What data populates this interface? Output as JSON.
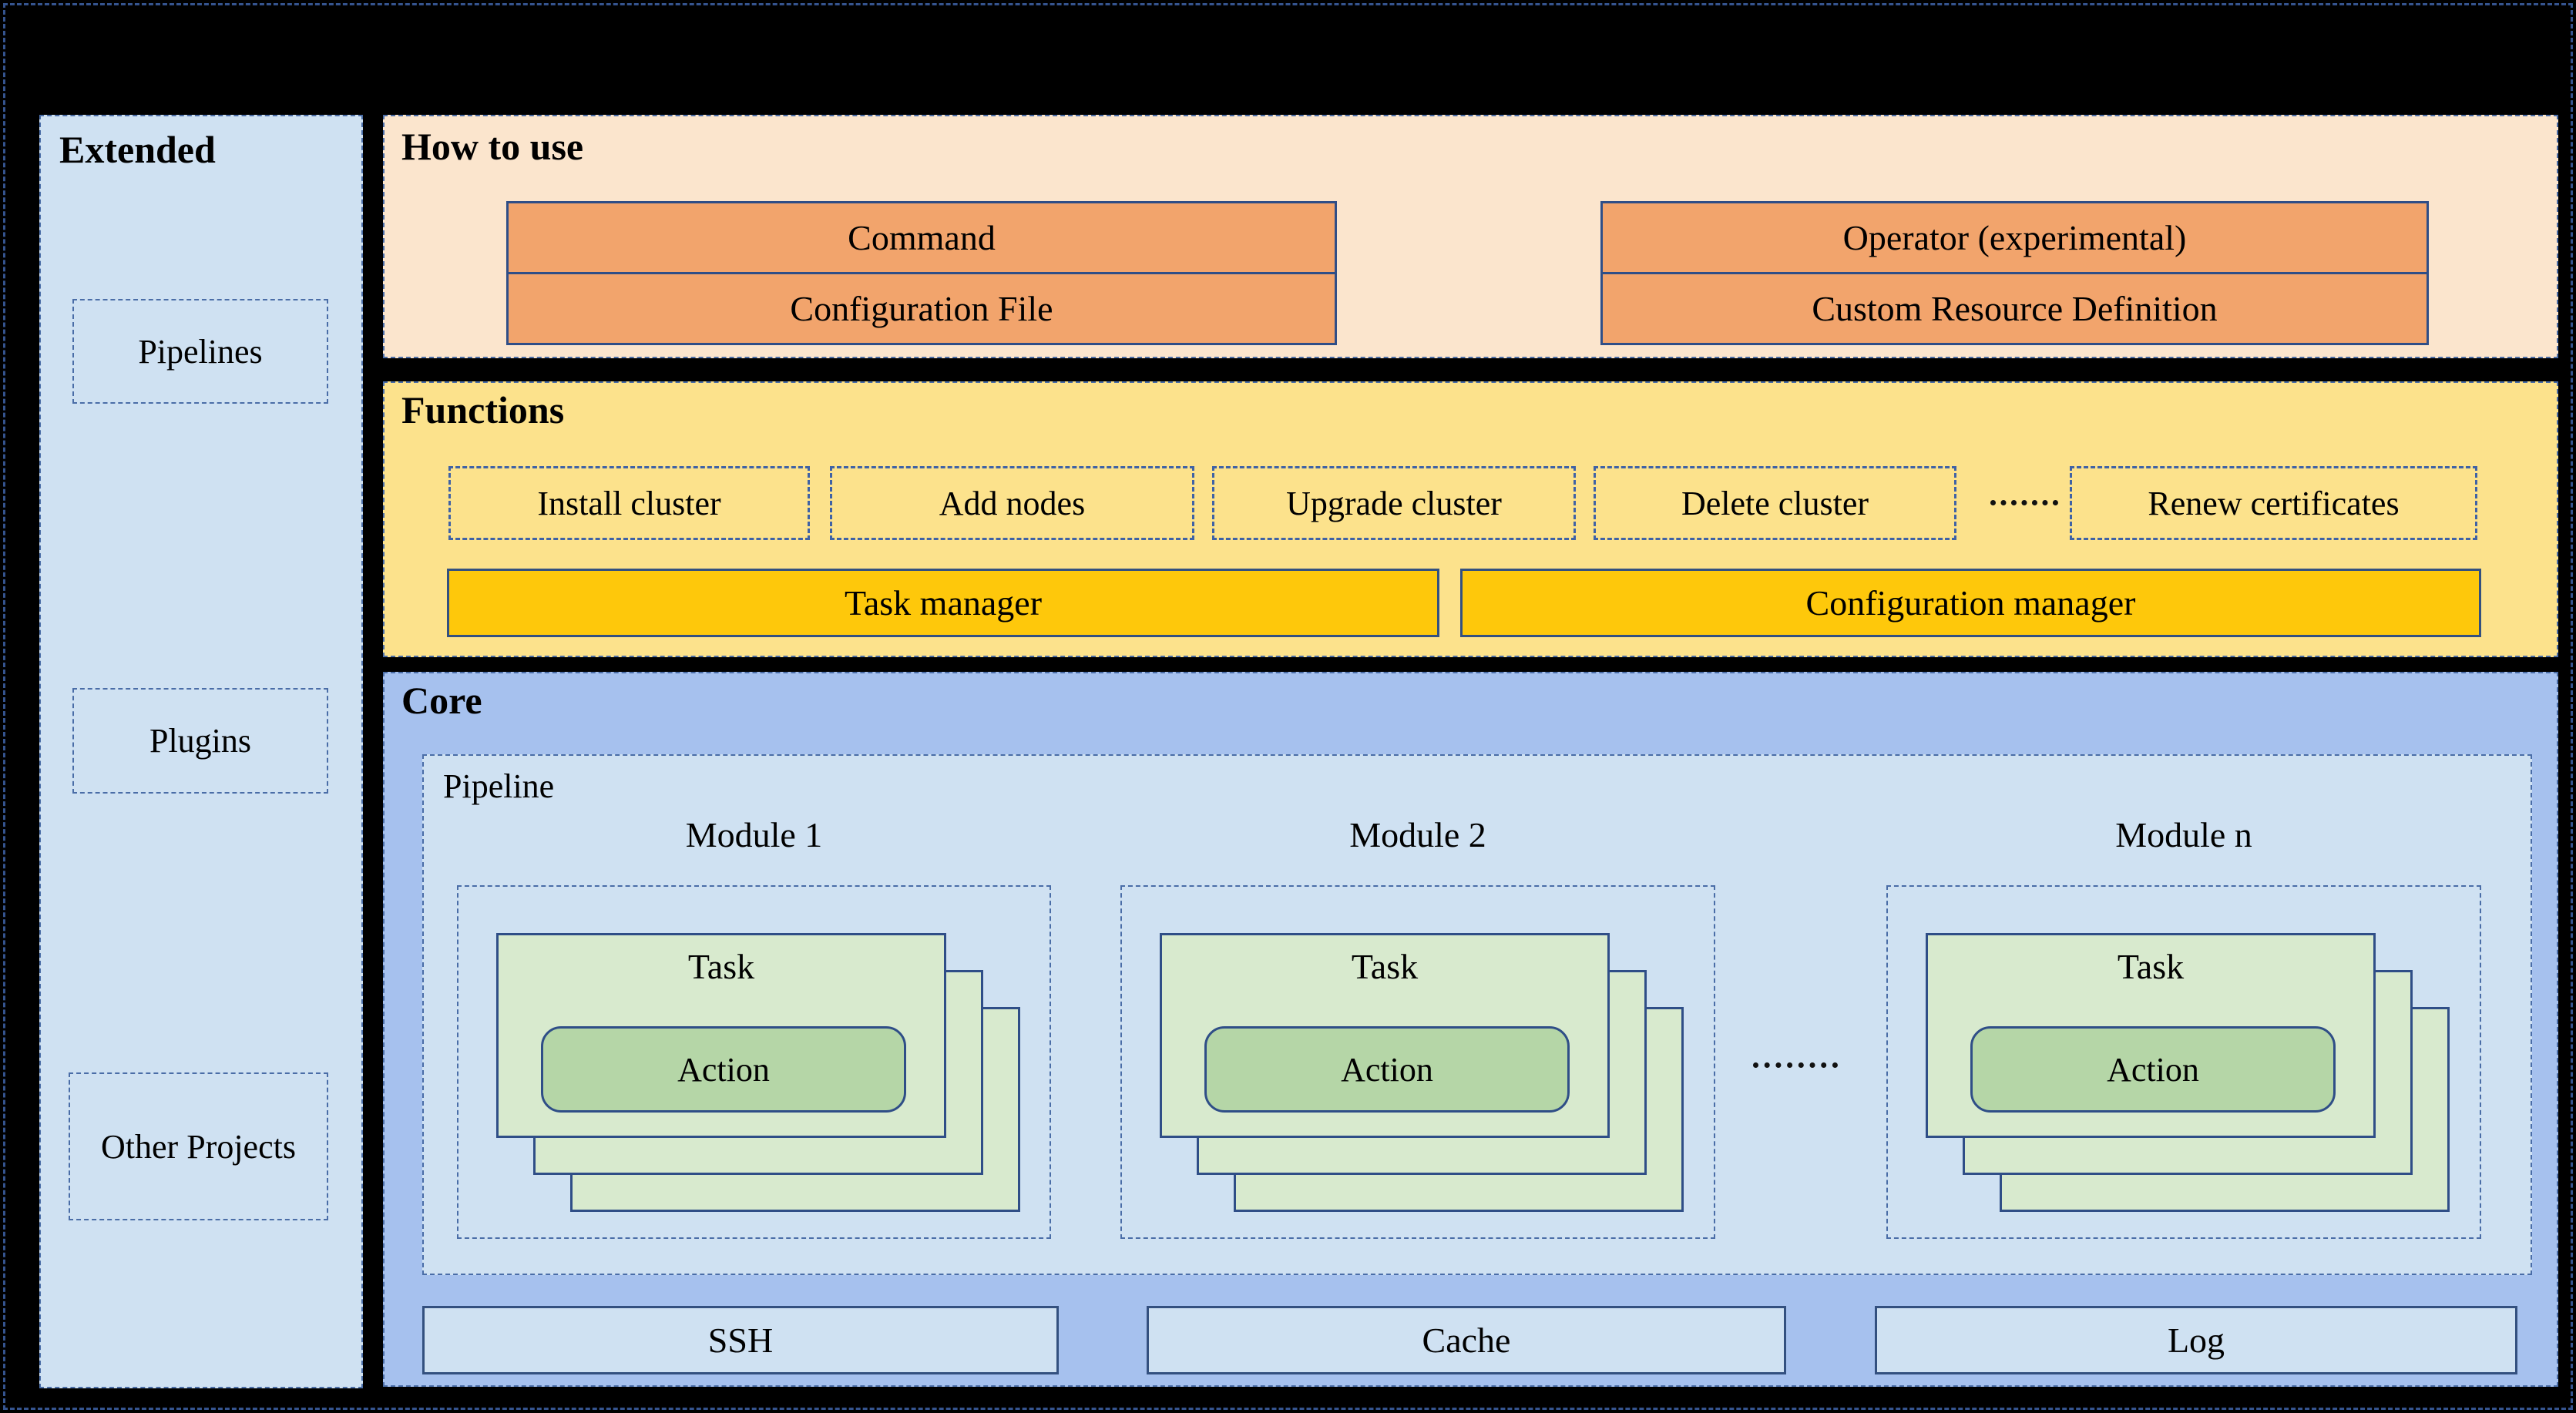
{
  "colors": {
    "canvas": "#000000",
    "frame_dash": "#35548f",
    "light_blue": "#cfe1f2",
    "core_blue": "#a6c1ee",
    "peach_panel": "#fbe5cd",
    "orange_box": "#f2a46c",
    "yellow_panel": "#fce28c",
    "gold_box": "#fec80b",
    "green_card": "#d8eace",
    "green_action": "#b5d6a7",
    "solid_border": "#2f4e87",
    "dashed_border": "#4a6da7"
  },
  "sidebar": {
    "title": "Extended",
    "items": [
      {
        "label": "Pipelines"
      },
      {
        "label": "Plugins"
      },
      {
        "label": "Other Projects"
      }
    ]
  },
  "how_to_use": {
    "title": "How to use",
    "stacks": [
      {
        "rows": [
          "Command",
          "Configuration File"
        ]
      },
      {
        "rows": [
          "Operator (experimental)",
          "Custom Resource Definition"
        ]
      }
    ]
  },
  "functions": {
    "title": "Functions",
    "items": [
      "Install cluster",
      "Add nodes",
      "Upgrade cluster",
      "Delete cluster"
    ],
    "last_item": "Renew certificates",
    "managers": [
      "Task manager",
      "Configuration manager"
    ]
  },
  "core": {
    "title": "Core",
    "pipeline": {
      "title": "Pipeline",
      "modules": [
        {
          "label": "Module 1"
        },
        {
          "label": "Module 2"
        },
        {
          "label": "Module n"
        }
      ],
      "task_label": "Task",
      "action_label": "Action"
    },
    "services": [
      "SSH",
      "Cache",
      "Log"
    ]
  }
}
